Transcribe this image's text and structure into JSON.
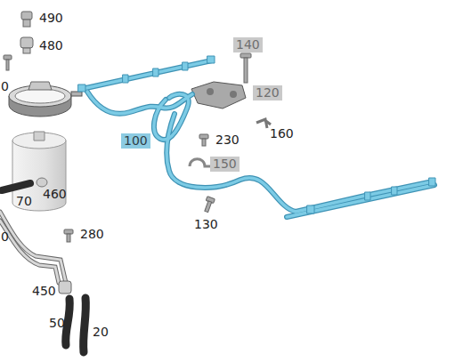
{
  "diagram": {
    "nodes": [
      {
        "text": [
          "140"
        ]
      },
      {
        "text": [
          "120"
        ]
      },
      {
        "text": [
          "100"
        ]
      },
      {
        "text": [
          "150"
        ]
      }
    ],
    "labels": [
      "490",
      "480",
      "0",
      "460",
      "70",
      "0",
      "280",
      "450",
      "50",
      "20",
      "230",
      "160",
      "130"
    ]
  }
}
